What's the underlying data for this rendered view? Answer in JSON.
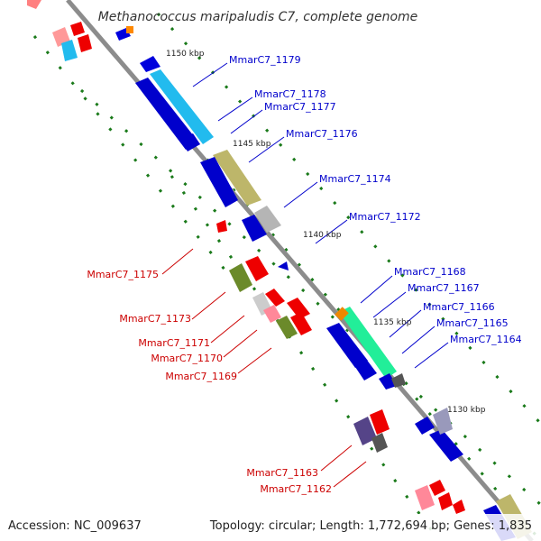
{
  "title": "Methanococcus maripaludis C7, complete genome",
  "footer": {
    "accession": "Accession: NC_009637",
    "topology": "Topology: circular; Length: 1,772,694 bp; Genes: 1,835"
  },
  "colors": {
    "forward_label": "#0000cc",
    "reverse_label": "#cc0000",
    "backbone": "#8c8c8c",
    "gc_dots": "#1a7a1a"
  },
  "ticks": [
    {
      "label": "1150 kbp"
    },
    {
      "label": "1145 kbp"
    },
    {
      "label": "1140 kbp"
    },
    {
      "label": "1135 kbp"
    },
    {
      "label": "1130 kbp"
    }
  ],
  "forward_genes": [
    {
      "label": "MmarC7_1179"
    },
    {
      "label": "MmarC7_1178"
    },
    {
      "label": "MmarC7_1177"
    },
    {
      "label": "MmarC7_1176"
    },
    {
      "label": "MmarC7_1174"
    },
    {
      "label": "MmarC7_1172"
    },
    {
      "label": "MmarC7_1168"
    },
    {
      "label": "MmarC7_1167"
    },
    {
      "label": "MmarC7_1166"
    },
    {
      "label": "MmarC7_1165"
    },
    {
      "label": "MmarC7_1164"
    }
  ],
  "reverse_genes": [
    {
      "label": "MmarC7_1175"
    },
    {
      "label": "MmarC7_1173"
    },
    {
      "label": "MmarC7_1171"
    },
    {
      "label": "MmarC7_1170"
    },
    {
      "label": "MmarC7_1169"
    },
    {
      "label": "MmarC7_1163"
    },
    {
      "label": "MmarC7_1162"
    }
  ]
}
